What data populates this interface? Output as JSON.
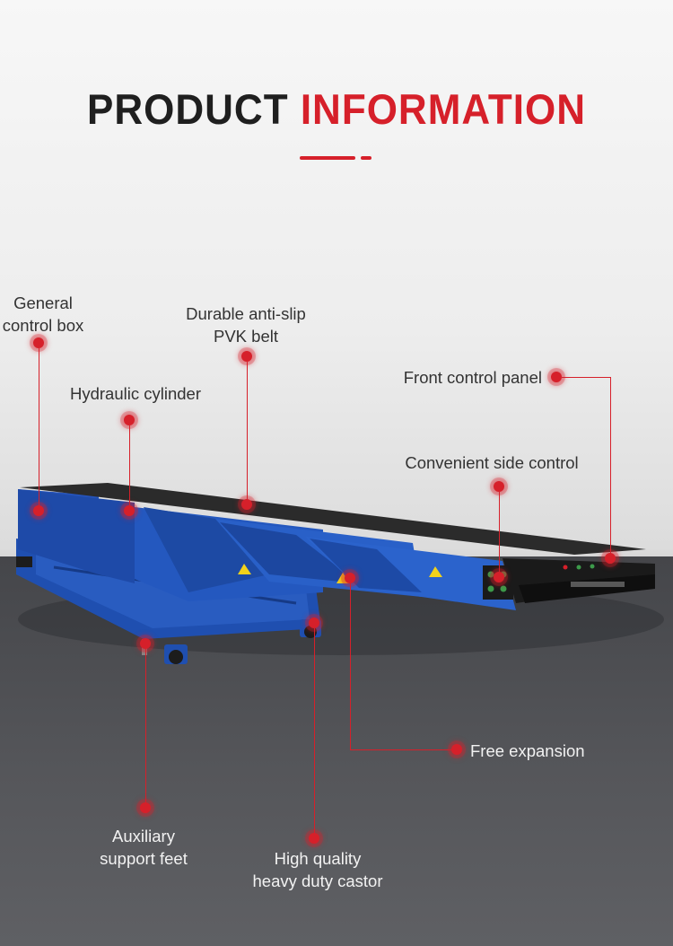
{
  "header": {
    "title_dark": "PRODUCT",
    "title_red": "INFORMATION"
  },
  "callouts": {
    "general_control_box": "General control box",
    "general_control_box_l1": "General",
    "general_control_box_l2": "control box",
    "belt_l1": "Durable anti-slip",
    "belt_l2": "PVK belt",
    "hydraulic_cylinder": "Hydraulic cylinder",
    "front_control_panel": "Front control panel",
    "side_control": "Convenient side control",
    "free_expansion": "Free expansion",
    "support_feet_l1": "Auxiliary",
    "support_feet_l2": "support feet",
    "castor_l1": "High quality",
    "castor_l2": "heavy duty castor"
  },
  "colors": {
    "accent": "#d6202a",
    "frame_blue": "#1f4fb0",
    "belt": "#2a2a2a"
  }
}
